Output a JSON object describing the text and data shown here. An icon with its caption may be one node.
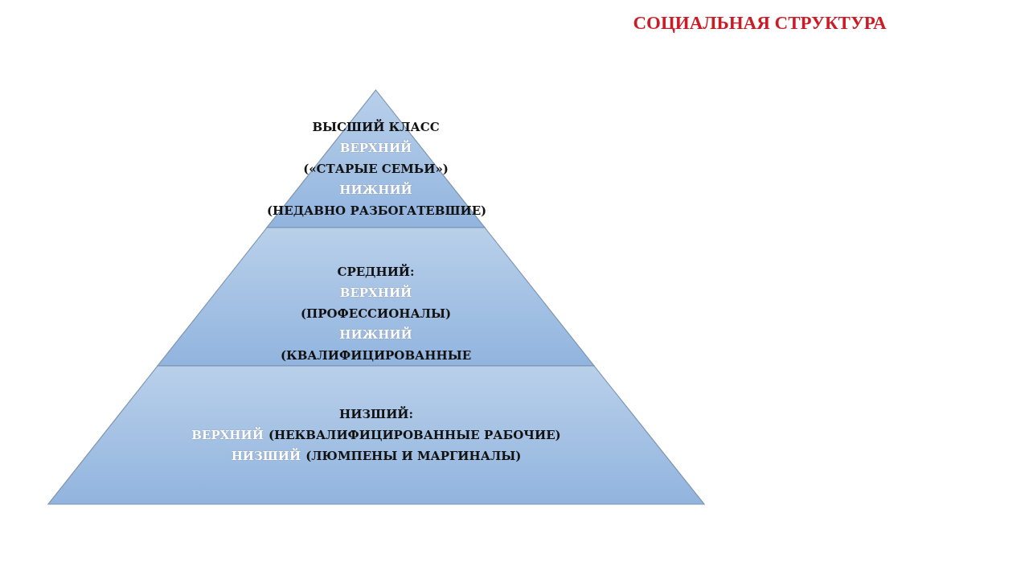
{
  "diagram": {
    "title": "СОЦИАЛЬНАЯ СТРУКТУРА",
    "nodes": [
      {
        "text": [
          "ВЫСШИЙ КЛАСС",
          "ВЕРХНИЙ",
          "(«СТАРЫЕ СЕМЬИ»)",
          "НИЖНИЙ",
          "(НЕДАВНО РАЗБОГАТЕВШИЕ)"
        ]
      },
      {
        "text": [
          "СРЕДНИЙ:",
          "ВЕРХНИЙ",
          "(ПРОФЕССИОНАЛЫ)",
          "НИЖНИЙ",
          "(КВАЛИФИЦИРОВАННЫЕ"
        ]
      },
      {
        "text": [
          "НИЗШИЙ:",
          "ВЕРХНИЙ",
          "(НЕКВАЛИФИЦИРОВАННЫЕ РАБОЧИЕ)",
          "НИЗШИЙ",
          "(ЛЮМПЕНЫ И МАРГИНАЛЫ)"
        ]
      }
    ]
  }
}
